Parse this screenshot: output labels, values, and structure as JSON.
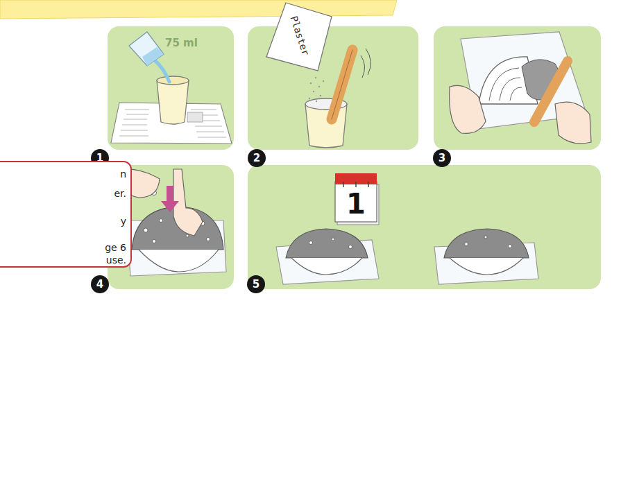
{
  "diagram": {
    "nodes": [
      {
        "text": [
          "n",
          "er.",
          "y",
          "ge 6",
          "use."
        ]
      },
      {
        "text": [
          "1"
        ]
      },
      {
        "text": [
          "2"
        ]
      },
      {
        "text": [
          "3"
        ]
      },
      {
        "text": [
          "4"
        ]
      },
      {
        "text": [
          "5"
        ]
      }
    ],
    "labels": [
      "75 ml",
      "Plaster",
      "1"
    ]
  }
}
